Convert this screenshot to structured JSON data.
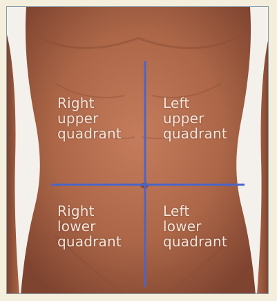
{
  "quadrants": {
    "right_upper": {
      "line1": "Right",
      "line2": "upper",
      "line3": "quadrant"
    },
    "left_upper": {
      "line1": "Left",
      "line2": "upper",
      "line3": "quadrant"
    },
    "right_lower": {
      "line1": "Right",
      "line2": "lower",
      "line3": "quadrant"
    },
    "left_lower": {
      "line1": "Left",
      "line2": "lower",
      "line3": "quadrant"
    }
  },
  "colors": {
    "divider_line": "#4a66c8",
    "skin": "#b06a4c",
    "label_text": "#f3e6dc",
    "frame_background": "#f3efdc"
  }
}
